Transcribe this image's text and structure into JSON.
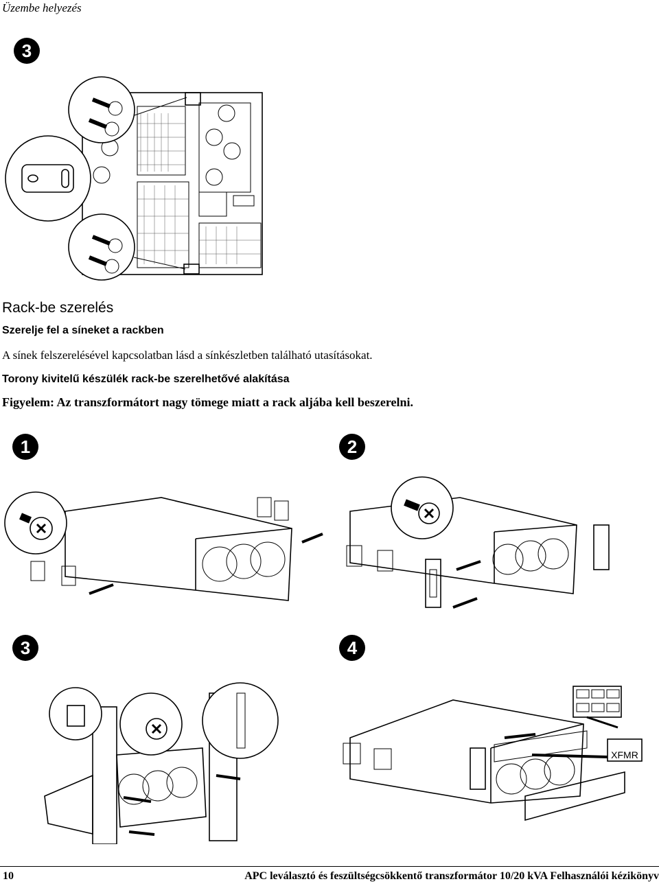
{
  "header": {
    "section_title": "Üzembe helyezés"
  },
  "steps": {
    "s3_top": "3",
    "s1": "1",
    "s2": "2",
    "s3": "3",
    "s4": "4"
  },
  "content": {
    "heading": "Rack-be szerelés",
    "subheading_rails": "Szerelje fel a síneket a rackben",
    "rails_text": "A sínek felszerelésével kapcsolatban lásd a sínkészletben található utasításokat.",
    "subheading_tower": "Torony kivitelű készülék rack-be szerelhetővé alakítása",
    "warning": "Figyelem: Az transzformátort nagy tömege miatt a rack aljába kell beszerelni."
  },
  "figures": {
    "xfmr_label": "XFMR"
  },
  "footer": {
    "page_number": "10",
    "doc_title": "APC leválasztó és feszültségcsökkentő transzformátor 10/20 kVA  Felhasználói kézikönyv"
  }
}
